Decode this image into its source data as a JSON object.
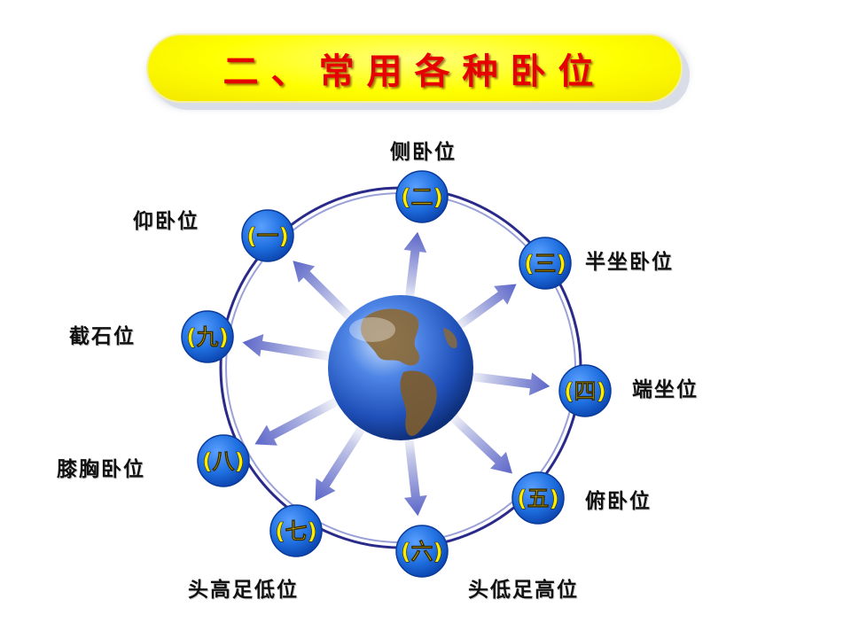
{
  "title": "二、常用各种卧位",
  "center_icon": "globe-icon",
  "colors": {
    "banner_fill": "#ffff00",
    "title_text": "#e60000",
    "node_fill": "#1f6fe0",
    "node_number": "#ffee00",
    "ring": "#2a2a8a"
  },
  "nodes": [
    {
      "number": "(一)",
      "label": "仰卧位"
    },
    {
      "number": "(二)",
      "label": "侧卧位"
    },
    {
      "number": "(三)",
      "label": "半坐卧位"
    },
    {
      "number": "(四)",
      "label": "端坐位"
    },
    {
      "number": "(五)",
      "label": "俯卧位"
    },
    {
      "number": "(六)",
      "label": "头低足高位"
    },
    {
      "number": "(七)",
      "label": "头高足低位"
    },
    {
      "number": "(八)",
      "label": "膝胸卧位"
    },
    {
      "number": "(九)",
      "label": "截石位"
    }
  ]
}
